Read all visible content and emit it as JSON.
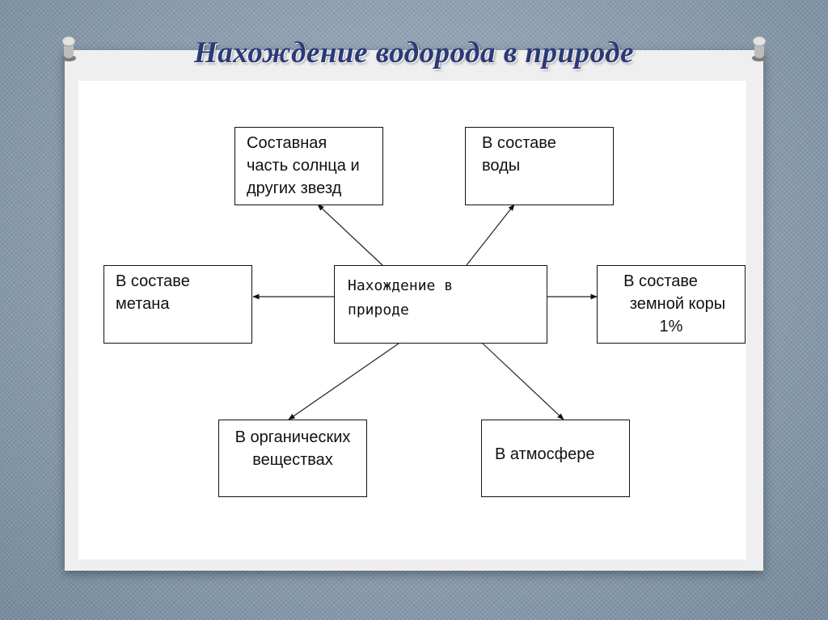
{
  "title": "Нахождение водорода в природе",
  "diagram": {
    "center": {
      "lines": [
        "Нахождение в",
        "природе"
      ]
    },
    "nodes": [
      {
        "id": "sun-stars",
        "lines": [
          "Составная",
          "часть солнца и",
          "других звезд"
        ]
      },
      {
        "id": "water",
        "lines": [
          "В составе",
          "воды"
        ]
      },
      {
        "id": "methane",
        "lines": [
          "В составе",
          "метана"
        ]
      },
      {
        "id": "earth-crust",
        "lines": [
          "В составе",
          "земной коры",
          "1%"
        ]
      },
      {
        "id": "organic",
        "lines": [
          "В органических",
          "веществах"
        ]
      },
      {
        "id": "atmosphere",
        "lines": [
          "В атмосфере"
        ]
      }
    ]
  }
}
